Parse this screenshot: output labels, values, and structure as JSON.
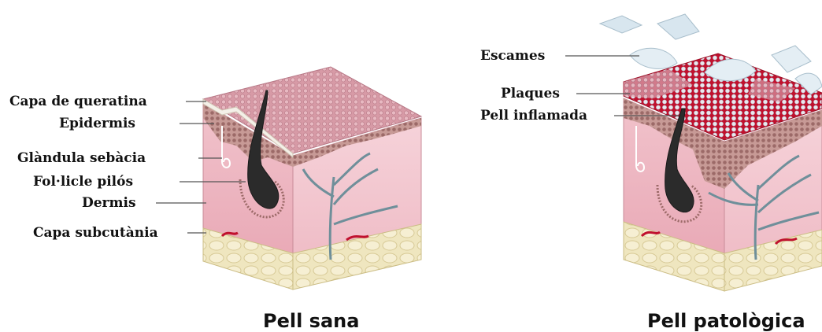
{
  "healthy": {
    "caption": "Pell sana",
    "labels": {
      "keratin": "Capa de queratina",
      "epidermis": "Epidermis",
      "sebaceous": "Glàndula sebàcia",
      "follicle": "Fol·licle pilós",
      "dermis": "Dermis",
      "subcutaneous": "Capa subcutània"
    }
  },
  "pathological": {
    "caption": "Pell patològica",
    "labels": {
      "scales": "Escames",
      "plaques": "Plaques",
      "inflamed": "Pell inflamada"
    }
  },
  "colors": {
    "skin_top": "#d9a0ac",
    "dermis": "#f2c6cf",
    "epidermis_dots": "#8a5a58",
    "subcutaneous_fat": "#efe6bf",
    "hair": "#2b2b2b",
    "plaque_red": "#c0112e",
    "scale_blue": "#d8e6ef",
    "vein": "#6f8f9a"
  }
}
